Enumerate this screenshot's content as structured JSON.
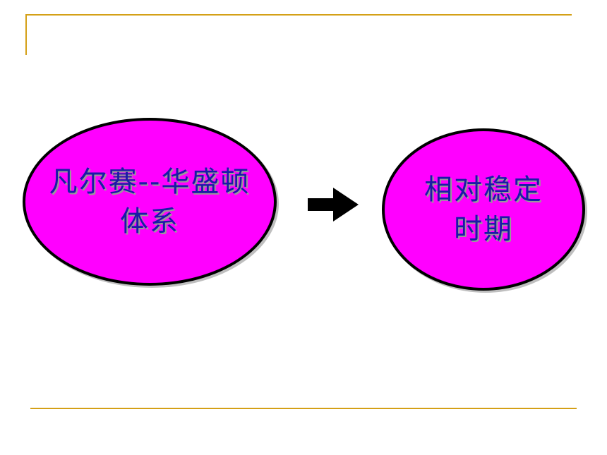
{
  "colors": {
    "rule": "#d4a017",
    "oval_fill": "#ff00ff",
    "oval_border": "#000000",
    "text": "#1a1aa6",
    "arrow": "#000000"
  },
  "diagram": {
    "left_node": {
      "line1": "凡尔赛--华盛顿",
      "line2": "体系"
    },
    "right_node": {
      "line1": "相对稳定",
      "line2": "时期"
    },
    "connector_icon": "right-arrow-icon"
  }
}
